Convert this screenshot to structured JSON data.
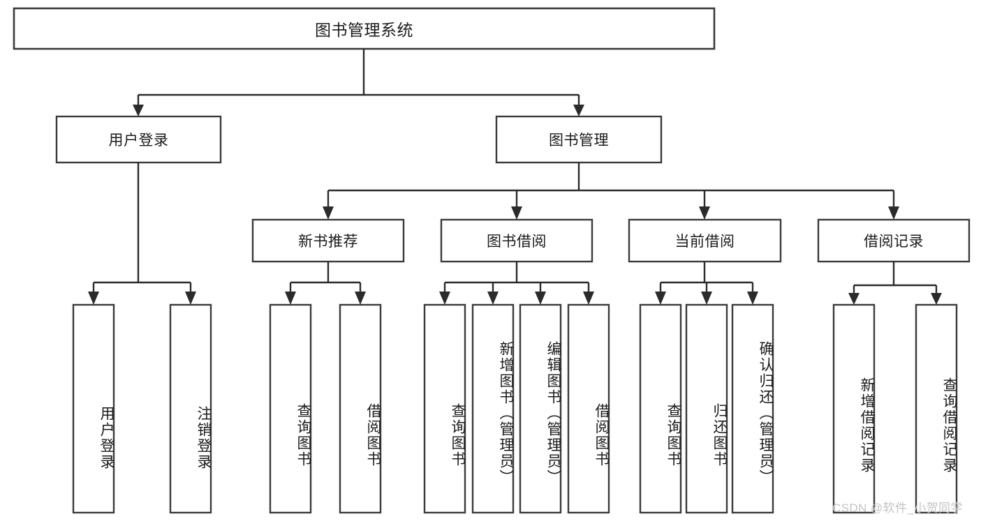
{
  "diagram": {
    "type": "tree",
    "title": "图书管理系统",
    "watermark": "CSDN @软件_小贺同学",
    "colors": {
      "stroke": "#3a3a3a",
      "edge": "#2b2b2b",
      "fill": "#ffffff",
      "text": "#1b1b1b",
      "watermark": "#c3c3c3"
    },
    "levels": {
      "root": {
        "label": "图书管理系统"
      },
      "level2": [
        {
          "label": "用户登录"
        },
        {
          "label": "图书管理"
        }
      ],
      "level3": [
        {
          "label": "新书推荐"
        },
        {
          "label": "图书借阅"
        },
        {
          "label": "当前借阅"
        },
        {
          "label": "借阅记录"
        }
      ],
      "leaves": [
        {
          "label": "用户登录",
          "parent": "用户登录"
        },
        {
          "label": "注销登录",
          "parent": "用户登录"
        },
        {
          "label": "查询图书",
          "parent": "新书推荐"
        },
        {
          "label": "借阅图书",
          "parent": "新书推荐"
        },
        {
          "label": "查询图书",
          "parent": "图书借阅"
        },
        {
          "label": "新增图书（管理员）",
          "parent": "图书借阅"
        },
        {
          "label": "编辑图书（管理员）",
          "parent": "图书借阅"
        },
        {
          "label": "借阅图书",
          "parent": "图书借阅"
        },
        {
          "label": "查询图书",
          "parent": "当前借阅"
        },
        {
          "label": "归还图书",
          "parent": "当前借阅"
        },
        {
          "label": "确认归还（管理员）",
          "parent": "当前借阅"
        },
        {
          "label": "新增借阅记录",
          "parent": "借阅记录"
        },
        {
          "label": "查询借阅记录",
          "parent": "借阅记录"
        }
      ]
    }
  }
}
